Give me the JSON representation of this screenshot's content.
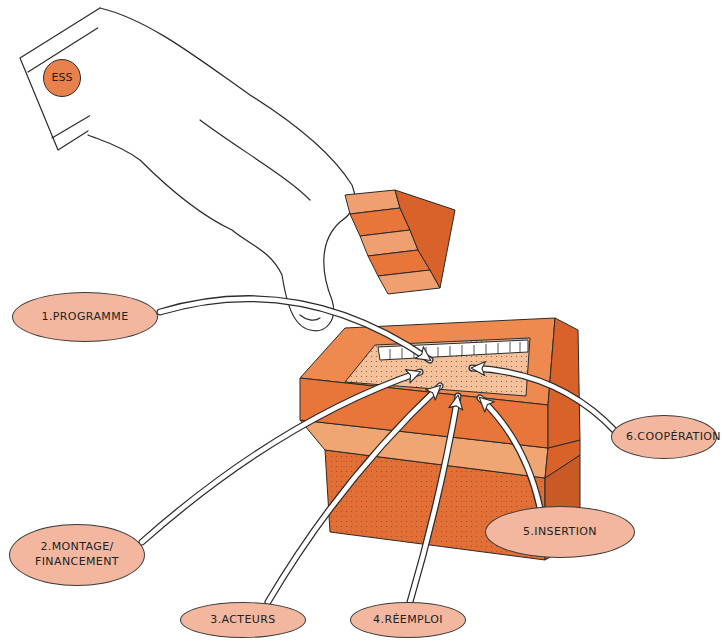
{
  "diagram": {
    "nodes": [
      {
        "text": [
          "ESS"
        ]
      },
      {
        "text": [
          "1.PROGRAMME"
        ]
      },
      {
        "text": [
          "2.MONTAGE/ FINANCEMENT"
        ]
      },
      {
        "text": [
          "3.ACTEURS"
        ]
      },
      {
        "text": [
          "4.RÉEMPLOI"
        ]
      },
      {
        "text": [
          "5.INSERTION"
        ]
      },
      {
        "text": [
          "6.COOPÉRATION"
        ]
      }
    ]
  }
}
